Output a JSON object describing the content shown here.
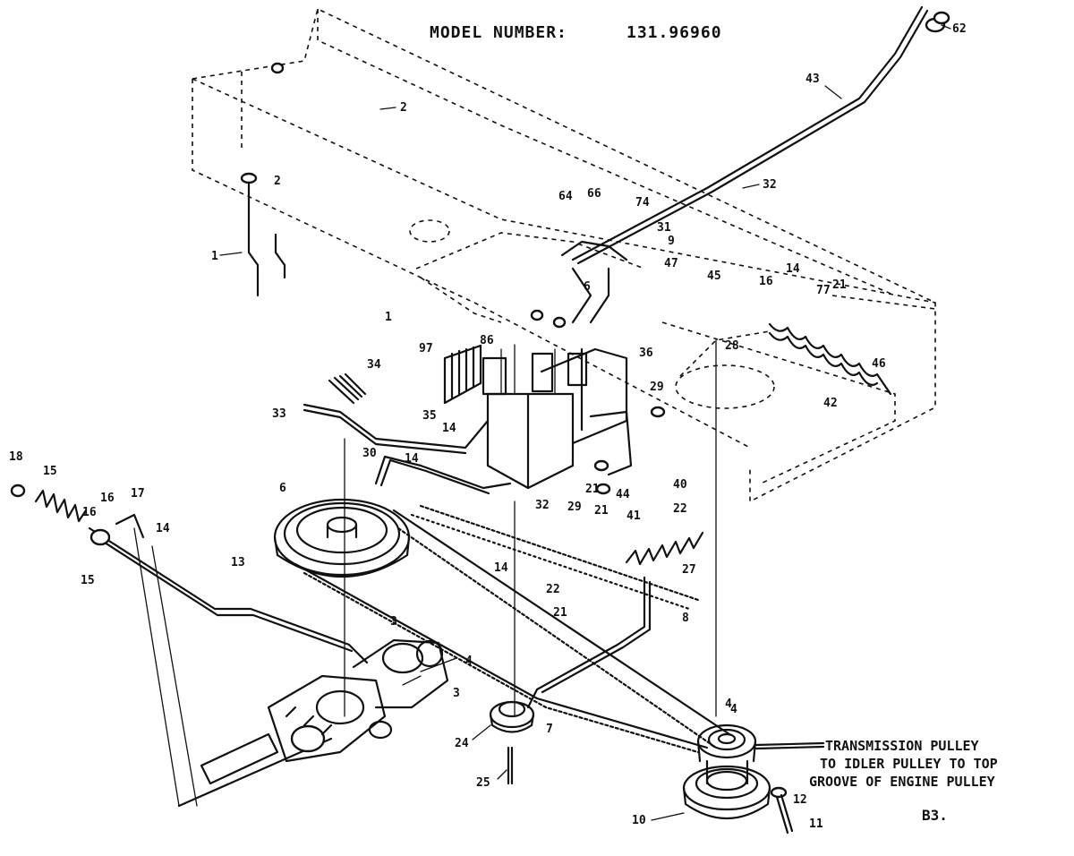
{
  "model": {
    "label": "MODEL NUMBER:",
    "number": "131.96960"
  },
  "belt_note": {
    "line1": "TRANSMISSION PULLEY",
    "line2": "TO IDLER PULLEY TO TOP",
    "line3": "GROOVE OF ENGINE PULLEY"
  },
  "page_code": "B3.",
  "callouts": [
    "62",
    "2",
    "43",
    "2",
    "1",
    "32",
    "64",
    "66",
    "74",
    "31",
    "9",
    "47",
    "45",
    "14",
    "16",
    "77",
    "21",
    "1",
    "6",
    "97",
    "34",
    "86",
    "36",
    "29",
    "28",
    "42",
    "35",
    "46",
    "33",
    "14",
    "30",
    "14",
    "44",
    "21",
    "21",
    "41",
    "40",
    "18",
    "15",
    "16",
    "17",
    "14",
    "6",
    "32",
    "29",
    "22",
    "27",
    "16",
    "13",
    "14",
    "22",
    "21",
    "8",
    "15",
    "3",
    "4",
    "3",
    "4",
    "24",
    "7",
    "25",
    "4",
    "12",
    "11",
    "10"
  ],
  "colors": {
    "ink": "#111111",
    "paper": "#ffffff"
  }
}
